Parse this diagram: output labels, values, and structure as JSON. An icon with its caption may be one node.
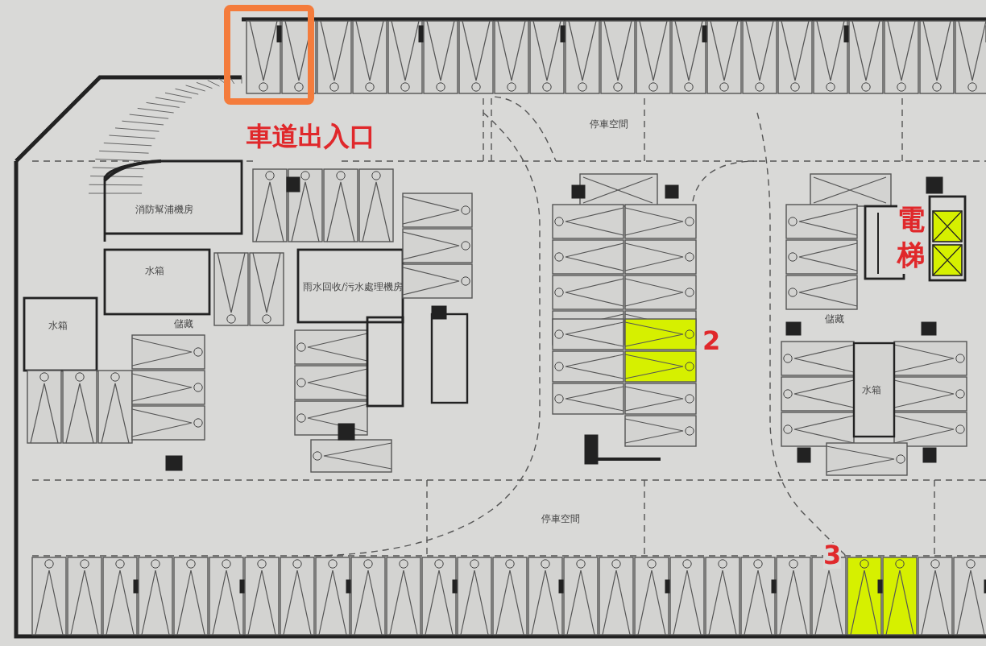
{
  "diagram": {
    "labels": [
      "停車空間",
      "車道出入口",
      "消防幫浦機房",
      "電梯",
      "水箱",
      "雨水回收/污水處理機房",
      "水箱",
      "儲藏",
      "儲藏",
      "2",
      "水箱",
      "停車空間",
      "3"
    ]
  }
}
